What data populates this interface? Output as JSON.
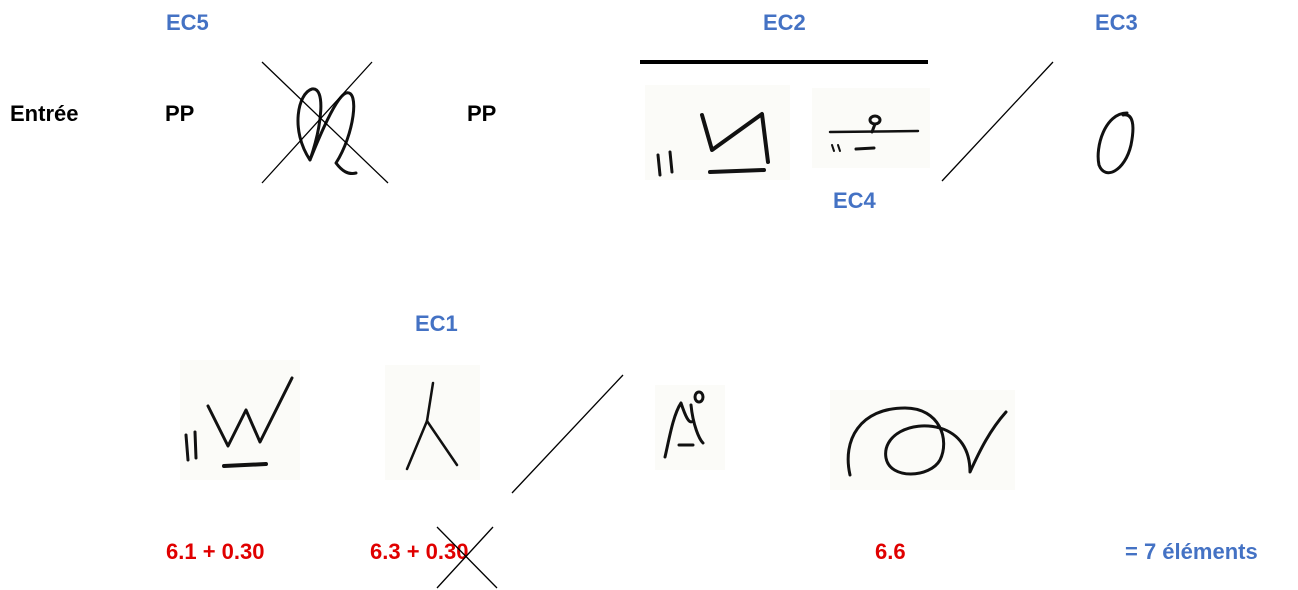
{
  "labels": {
    "ec5": "EC5",
    "ec2": "EC2",
    "ec3": "EC3",
    "ec4": "EC4",
    "ec1": "EC1",
    "entree": "Entrée",
    "pp_left": "PP",
    "pp_right": "PP"
  },
  "values": {
    "v1": "6.1 + 0.30",
    "v2": "6.3 + 0.30",
    "v3": "6.6",
    "total": "= 7 éléments"
  },
  "colors": {
    "label_blue": "#4472c4",
    "value_red": "#e00000",
    "ink": "#111111"
  }
}
